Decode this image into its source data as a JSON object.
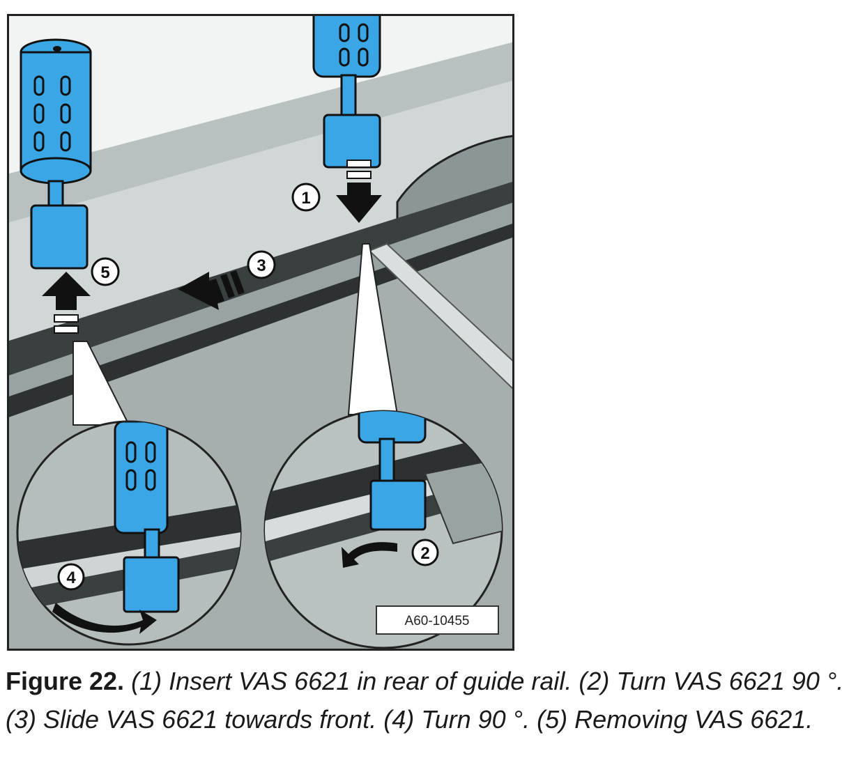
{
  "figure": {
    "code": "A60-10455",
    "steps": [
      "1",
      "2",
      "3",
      "4",
      "5"
    ],
    "colors": {
      "tool": "#3aa6e6",
      "tool_outline": "#111111",
      "background": "#c9cfcf",
      "rail_dark": "#2d3131",
      "panel": "#8f9999"
    }
  },
  "caption": {
    "lead": "Figure 22.",
    "text": " (1) Insert VAS 6621 in rear of guide rail. (2) Turn VAS 6621 90 °. (3) Slide VAS 6621 towards front. (4) Turn 90 °. (5) Removing VAS 6621."
  }
}
